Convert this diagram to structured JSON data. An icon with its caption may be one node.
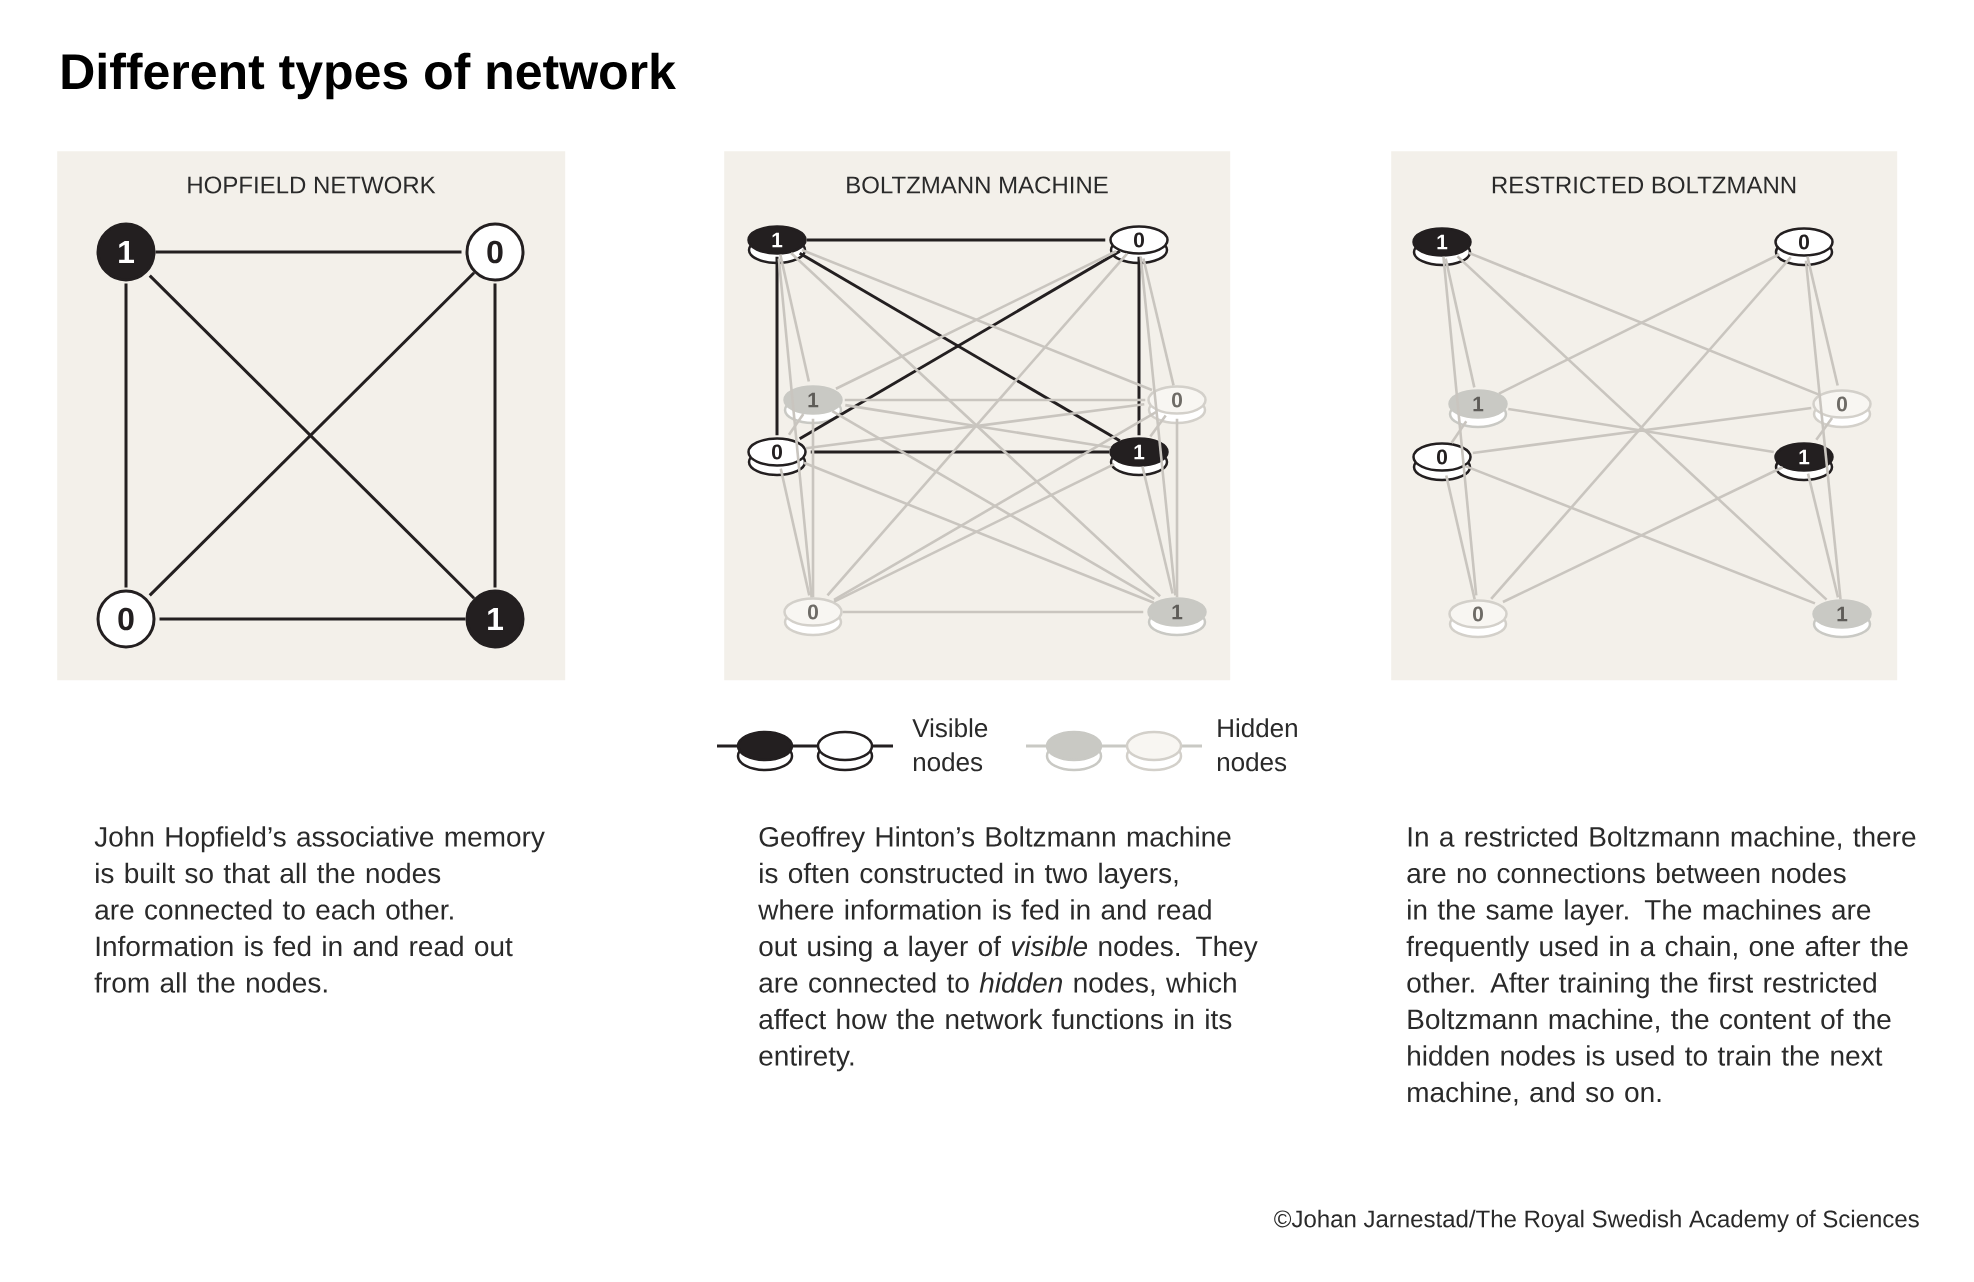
{
  "diagram": {
    "title": "Different types of network",
    "nodes": [
      {
        "text": [
          "HOPFIELD NETWORK"
        ]
      },
      {
        "text": [
          "1"
        ],
        "in": 0
      },
      {
        "text": [
          "0"
        ],
        "in": 0
      },
      {
        "text": [
          "0"
        ],
        "in": 0
      },
      {
        "text": [
          "1"
        ],
        "in": 0
      },
      {
        "text": [
          "BOLTZMANN MACHINE"
        ]
      },
      {
        "text": [
          "1"
        ],
        "in": 5
      },
      {
        "text": [
          "0"
        ],
        "in": 5
      },
      {
        "text": [
          "1"
        ],
        "in": 5
      },
      {
        "text": [
          "0"
        ],
        "in": 5
      },
      {
        "text": [
          "0"
        ],
        "in": 5
      },
      {
        "text": [
          "1"
        ],
        "in": 5
      },
      {
        "text": [
          "0"
        ],
        "in": 5
      },
      {
        "text": [
          "1"
        ],
        "in": 5
      },
      {
        "text": [
          "RESTRICTED BOLTZMANN"
        ]
      },
      {
        "text": [
          "1"
        ],
        "in": 14
      },
      {
        "text": [
          "0"
        ],
        "in": 14
      },
      {
        "text": [
          "1"
        ],
        "in": 14
      },
      {
        "text": [
          "0"
        ],
        "in": 14
      },
      {
        "text": [
          "0"
        ],
        "in": 14
      },
      {
        "text": [
          "1"
        ],
        "in": 14
      },
      {
        "text": [
          "0"
        ],
        "in": 14
      },
      {
        "text": [
          "1"
        ],
        "in": 14
      }
    ],
    "edges": [
      {
        "from": 1,
        "to": 2,
        "arrow": "none",
        "color": "#231f20"
      },
      {
        "from": 1,
        "to": 3,
        "arrow": "none",
        "color": "#231f20"
      },
      {
        "from": 1,
        "to": 4,
        "arrow": "none",
        "color": "#231f20"
      },
      {
        "from": 2,
        "to": 3,
        "arrow": "none",
        "color": "#231f20"
      },
      {
        "from": 2,
        "to": 4,
        "arrow": "none",
        "color": "#231f20"
      },
      {
        "from": 3,
        "to": 4,
        "arrow": "none",
        "color": "#231f20"
      },
      {
        "from": 6,
        "to": 7,
        "arrow": "none",
        "color": "#231f20"
      },
      {
        "from": 6,
        "to": 10,
        "arrow": "none",
        "color": "#231f20"
      },
      {
        "from": 6,
        "to": 11,
        "arrow": "none",
        "color": "#231f20"
      },
      {
        "from": 7,
        "to": 10,
        "arrow": "none",
        "color": "#231f20"
      },
      {
        "from": 7,
        "to": 11,
        "arrow": "none",
        "color": "#231f20"
      },
      {
        "from": 10,
        "to": 11,
        "arrow": "none",
        "color": "#231f20"
      },
      {
        "from": 6,
        "to": 8,
        "arrow": "none"
      },
      {
        "from": 6,
        "to": 9,
        "arrow": "none"
      },
      {
        "from": 6,
        "to": 12,
        "arrow": "none"
      },
      {
        "from": 6,
        "to": 13,
        "arrow": "none"
      },
      {
        "from": 7,
        "to": 8,
        "arrow": "none"
      },
      {
        "from": 7,
        "to": 9,
        "arrow": "none"
      },
      {
        "from": 7,
        "to": 12,
        "arrow": "none"
      },
      {
        "from": 7,
        "to": 13,
        "arrow": "none"
      },
      {
        "from": 10,
        "to": 8,
        "arrow": "none"
      },
      {
        "from": 10,
        "to": 9,
        "arrow": "none"
      },
      {
        "from": 10,
        "to": 12,
        "arrow": "none"
      },
      {
        "from": 10,
        "to": 13,
        "arrow": "none"
      },
      {
        "from": 11,
        "to": 8,
        "arrow": "none"
      },
      {
        "from": 11,
        "to": 9,
        "arrow": "none"
      },
      {
        "from": 11,
        "to": 12,
        "arrow": "none"
      },
      {
        "from": 11,
        "to": 13,
        "arrow": "none"
      },
      {
        "from": 8,
        "to": 9,
        "arrow": "none"
      },
      {
        "from": 8,
        "to": 12,
        "arrow": "none"
      },
      {
        "from": 8,
        "to": 13,
        "arrow": "none"
      },
      {
        "from": 9,
        "to": 12,
        "arrow": "none"
      },
      {
        "from": 9,
        "to": 13,
        "arrow": "none"
      },
      {
        "from": 12,
        "to": 13,
        "arrow": "none"
      },
      {
        "from": 15,
        "to": 17,
        "arrow": "none"
      },
      {
        "from": 15,
        "to": 18,
        "arrow": "none"
      },
      {
        "from": 15,
        "to": 21,
        "arrow": "none"
      },
      {
        "from": 15,
        "to": 22,
        "arrow": "none"
      },
      {
        "from": 16,
        "to": 17,
        "arrow": "none"
      },
      {
        "from": 16,
        "to": 18,
        "arrow": "none"
      },
      {
        "from": 16,
        "to": 21,
        "arrow": "none"
      },
      {
        "from": 16,
        "to": 22,
        "arrow": "none"
      },
      {
        "from": 19,
        "to": 17,
        "arrow": "none"
      },
      {
        "from": 19,
        "to": 18,
        "arrow": "none"
      },
      {
        "from": 19,
        "to": 21,
        "arrow": "none"
      },
      {
        "from": 19,
        "to": 22,
        "arrow": "none"
      },
      {
        "from": 20,
        "to": 17,
        "arrow": "none"
      },
      {
        "from": 20,
        "to": 18,
        "arrow": "none"
      },
      {
        "from": 20,
        "to": 21,
        "arrow": "none"
      },
      {
        "from": 20,
        "to": 22,
        "arrow": "none"
      }
    ],
    "labels": [
      "John Hopfield’s associative memory is built so that all the nodes are connected to each other. Information is fed in and read out from all the nodes.",
      "Geoffrey Hinton’s Boltzmann machine is often constructed in two layers, where information is fed in and read out using a layer of *visible* nodes. They are connected to *hidden* nodes, which affect how the network functions in its entirety.",
      "In a restricted Boltzmann machine, there are no connections between nodes in the same layer. The machines are frequently used in a chain, one after the other. After training the first restricted Boltzmann machine, the content of the hidden nodes is used to train the next machine, and so on.",
      "©Johan Jarnestad/The Royal Swedish Academy of Sciences"
    ],
    "legend": [
      {
        "text": "Visible nodes"
      },
      {
        "text": "Hidden nodes"
      }
    ]
  }
}
